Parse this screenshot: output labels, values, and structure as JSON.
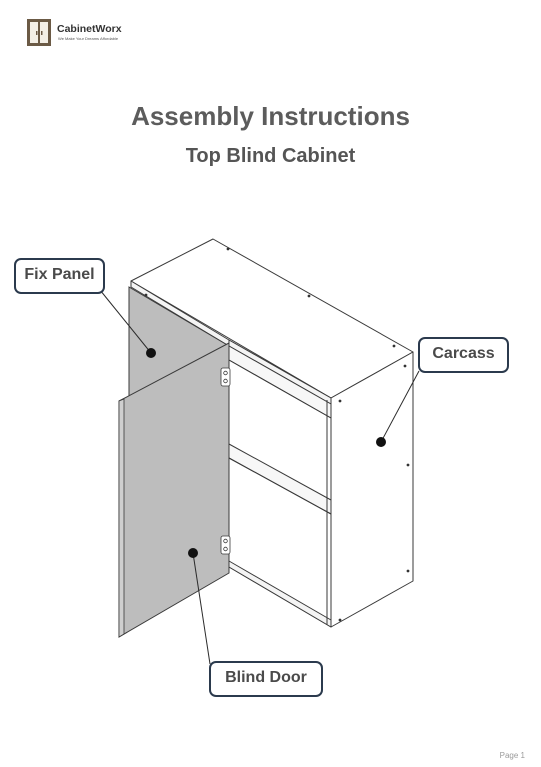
{
  "brand": {
    "name": "CabinetWorx",
    "tagline": "We Make Your Dreams Affordable",
    "logo_color": "#6b5a45"
  },
  "document": {
    "title": "Assembly Instructions",
    "subtitle": "Top Blind Cabinet"
  },
  "illustration": {
    "panel_color": "#bdbdbd",
    "carcass_color": "#ffffff",
    "outline_color": "#3a3a3a",
    "labels": {
      "fix_panel": "Fix Panel",
      "carcass": "Carcass",
      "blind_door": "Blind Door"
    },
    "callout_border_color": "#2b3a4d"
  },
  "footer": {
    "page": "Page 1"
  }
}
